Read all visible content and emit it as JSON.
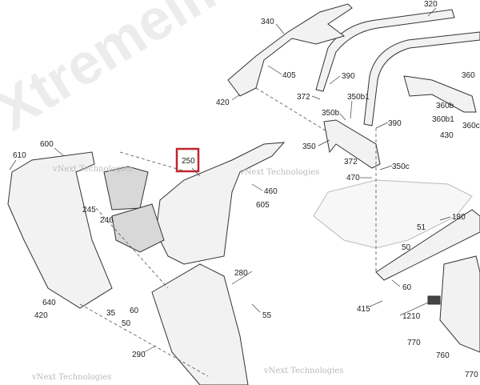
{
  "diagram": {
    "highlighted_part": "250",
    "highlight_color": "#c0262d",
    "watermarks": [
      "vNext Technologies",
      "Xtremelife"
    ],
    "labels": [
      "340",
      "405",
      "420",
      "320",
      "390",
      "372",
      "350b1",
      "350b",
      "390",
      "360",
      "360b",
      "360b1",
      "360c",
      "430",
      "350",
      "372",
      "350c",
      "470",
      "460",
      "250",
      "600",
      "610",
      "245",
      "246",
      "605",
      "180",
      "51",
      "50",
      "60",
      "415",
      "1210",
      "770",
      "760",
      "770",
      "280",
      "55",
      "640",
      "420",
      "35",
      "60",
      "50",
      "290"
    ]
  }
}
